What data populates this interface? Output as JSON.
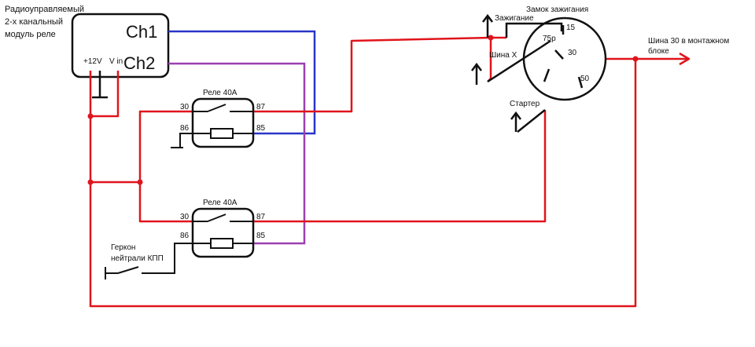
{
  "module": {
    "title_lines": [
      "Радиоуправляемый",
      "2-х канальный",
      "модуль реле"
    ],
    "ch1": "Ch1",
    "ch2": "Ch2",
    "plus12v": "+12V",
    "vin": "V in"
  },
  "relay_top": {
    "title": "Реле 40A",
    "pin30": "30",
    "pin87": "87",
    "pin86": "86",
    "pin85": "85"
  },
  "relay_bottom": {
    "title": "Реле 40A",
    "pin30": "30",
    "pin87": "87",
    "pin86": "86",
    "pin85": "85"
  },
  "ignition_lock": {
    "title": "Замок зажигания",
    "pin15": "15",
    "pin75r": "75р",
    "pin30": "30",
    "pin50": "50"
  },
  "labels": {
    "ignition": "Зажигание",
    "bus_x": "Шина Х",
    "starter": "Стартер",
    "bus30": [
      "Шина 30 в монтажном",
      "блоке"
    ],
    "reed": [
      "Геркон",
      "нейтрали КПП"
    ]
  },
  "colors": {
    "red": "#e0141b",
    "blue": "#2a35c8",
    "purple": "#9b3fb0",
    "black": "#111111"
  }
}
